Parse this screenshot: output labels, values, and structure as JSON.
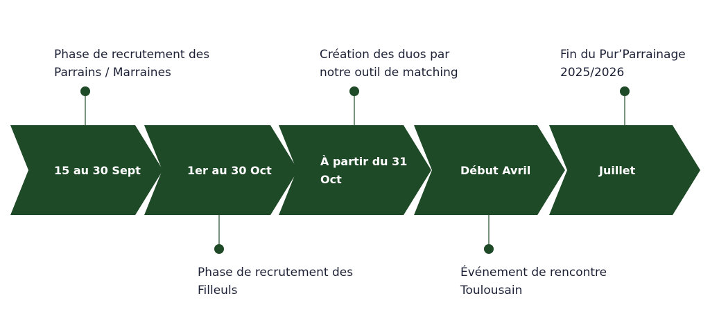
{
  "colors": {
    "chevron": "#1f4a27",
    "label_text": "#ffffff",
    "desc_text": "#1c2035"
  },
  "steps": [
    {
      "label": [
        "15 au 30 Sept"
      ],
      "desc": [
        "Phase de recrutement des",
        "Parrains / Marraines"
      ],
      "desc_side": "top"
    },
    {
      "label": [
        "1er au 30 Oct"
      ],
      "desc": [
        "Phase de recrutement des",
        "Filleuls"
      ],
      "desc_side": "bottom"
    },
    {
      "label": [
        "À partir du 31",
        "Oct"
      ],
      "desc": [
        "Création des duos par",
        "notre outil de matching"
      ],
      "desc_side": "top"
    },
    {
      "label": [
        "Début Avril"
      ],
      "desc": [
        "Événement de rencontre",
        "Toulousain"
      ],
      "desc_side": "bottom"
    },
    {
      "label": [
        "Juillet"
      ],
      "desc": [
        "Fin du Pur’Parrainage",
        "2025/2026"
      ],
      "desc_side": "top"
    }
  ]
}
